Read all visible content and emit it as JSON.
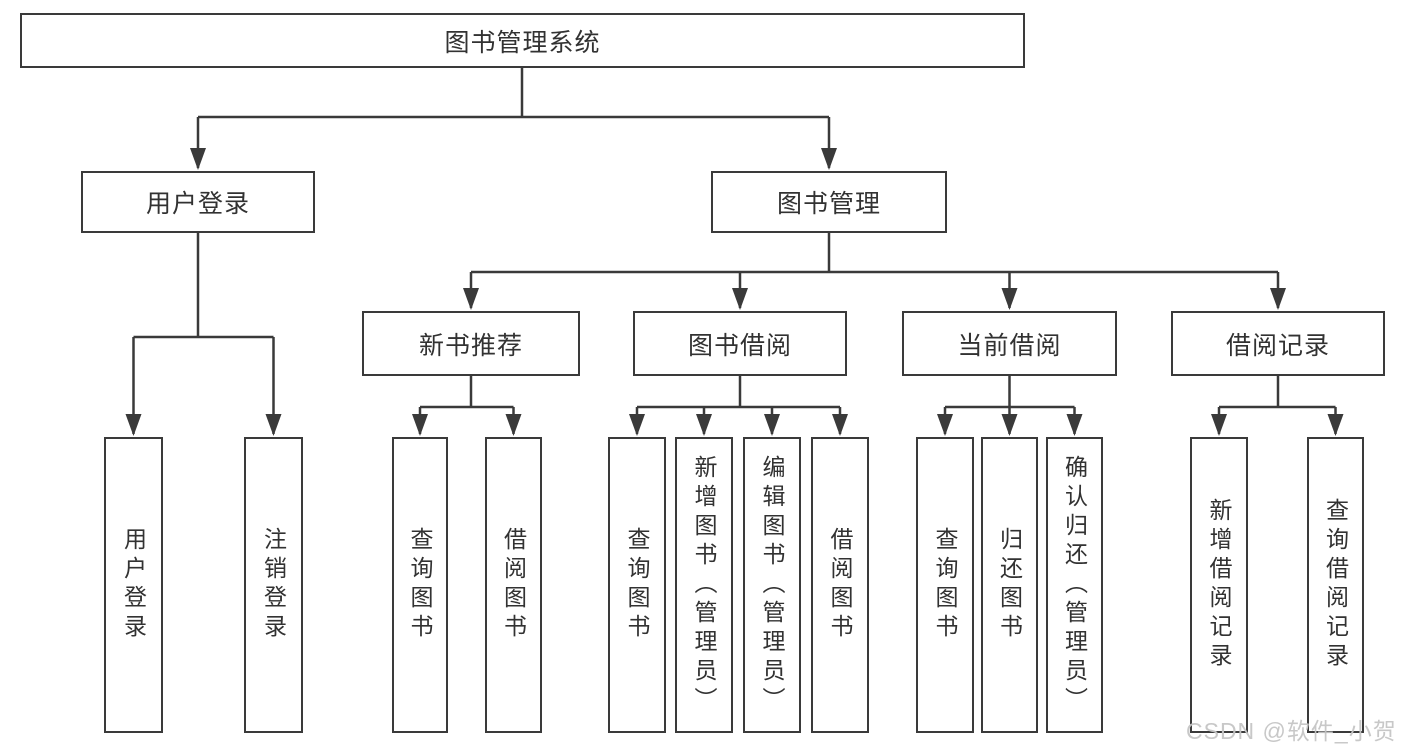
{
  "tree": {
    "root": "图书管理系统",
    "branches": {
      "login": {
        "label": "用户登录",
        "children": [
          "用户登录",
          "注销登录"
        ]
      },
      "management": {
        "label": "图书管理",
        "sections": {
          "new_books": {
            "label": "新书推荐",
            "children": [
              "查询图书",
              "借阅图书"
            ]
          },
          "borrowing": {
            "label": "图书借阅",
            "children": [
              "查询图书",
              "新增图书（管理员）",
              "编辑图书（管理员）",
              "借阅图书"
            ]
          },
          "current": {
            "label": "当前借阅",
            "children": [
              "查询图书",
              "归还图书",
              "确认归还（管理员）"
            ]
          },
          "records": {
            "label": "借阅记录",
            "children": [
              "新增借阅记录",
              "查询借阅记录"
            ]
          }
        }
      }
    }
  },
  "watermark": "CSDN @软件_小贺同学",
  "colors": {
    "line": "#3a3a3a",
    "text": "#323232",
    "background": "#ffffff",
    "watermark": "#c5c5c5"
  }
}
